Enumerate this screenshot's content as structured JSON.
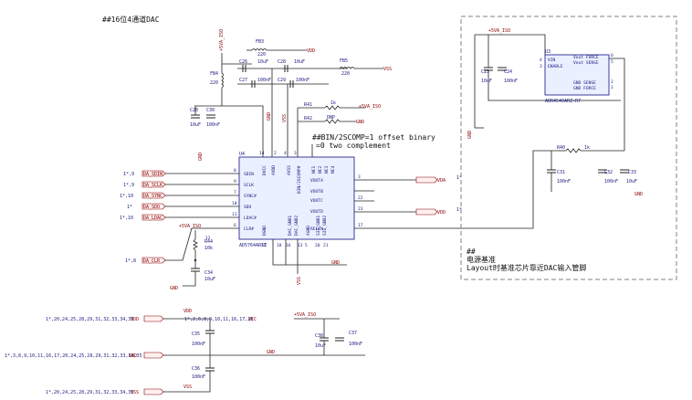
{
  "title": "##16位4通道DAC",
  "ic": {
    "ref": "U4",
    "part": "AD5764ARSZ",
    "left_pins": [
      {
        "name": "SDIN",
        "num": "8",
        "net": "DA_SDIN",
        "page": "1*,9"
      },
      {
        "name": "SCLK",
        "num": "9",
        "net": "DA_SCLK",
        "page": "1*,9"
      },
      {
        "name": "SYNC#",
        "num": "7",
        "net": "DA_SYNC",
        "page": "1*,10"
      },
      {
        "name": "SDO",
        "num": "10",
        "net": "DA_SDO",
        "page": "1*"
      },
      {
        "name": "LDAC#",
        "num": "11",
        "net": "DA_LDAC",
        "page": "1*,10"
      },
      {
        "name": "CLR#",
        "num": "6",
        "net": "DA_CLR",
        "page": "1*,8"
      }
    ],
    "right_pins": [
      {
        "name": "VOUTA",
        "num": "3",
        "net": "VDA",
        "page": "1*"
      },
      {
        "name": "VOUTB",
        "num": "",
        "net": "",
        "page": ""
      },
      {
        "name": "VOUTC",
        "num": "22",
        "net": "",
        "page": ""
      },
      {
        "name": "VOUTD",
        "num": "23",
        "net": "VDD",
        "page": "1*"
      },
      {
        "name": "REFIN",
        "num": "17",
        "net": "",
        "page": ""
      }
    ],
    "top_pins": [
      "DVCC",
      "AVDD",
      "AVSS",
      "BIN/2SCOMP#",
      "NC1",
      "NC2",
      "NC3",
      "NC4"
    ],
    "top_nums": [
      "14",
      "2",
      "4",
      "3"
    ],
    "bottom_pins": [
      "DGND",
      "DAC_GND1",
      "DAC_GND2",
      "AGND",
      "SIG_GND1",
      "SIG_GND2"
    ],
    "bottom_nums": [
      "15",
      "16",
      "5",
      "20",
      "21"
    ]
  },
  "note_bin": "##BIN/2SCOMP=1 offset binary",
  "note_bin2": "=0 two complement",
  "nets": {
    "avdd_top": "+5VA_ISO",
    "vdd": "VDD",
    "vss": "VSS",
    "gnd": "GND",
    "vcc": "VCC",
    "avdd_clr": "+5VA_ISO",
    "avdd_ref": "+5VA_ISO",
    "avdd_r41": "+5VA_ISO",
    "avdd_bot": "+5VA_ISO"
  },
  "parts": {
    "fb3": {
      "ref": "FB3",
      "val": "220"
    },
    "fb4": {
      "ref": "FB4",
      "val": "220"
    },
    "fb5": {
      "ref": "FB5",
      "val": "220"
    },
    "c26": {
      "ref": "C26",
      "val": "10uF"
    },
    "c28": {
      "ref": "C28",
      "val": "10uF"
    },
    "c27": {
      "ref": "C27",
      "val": "100nF"
    },
    "c29": {
      "ref": "C29",
      "val": "100nF"
    },
    "c20": {
      "ref": "C20",
      "val": "10uF"
    },
    "c30": {
      "ref": "C30",
      "val": "100nF"
    },
    "r41": {
      "ref": "R41",
      "val": "1k"
    },
    "r42": {
      "ref": "R42",
      "val": "DNP"
    },
    "r44": {
      "ref": "R44",
      "val": "10k"
    },
    "c34": {
      "ref": "C34",
      "val": "10uF"
    },
    "u3": {
      "ref": "U3",
      "part": "ADR4540ARZ-R7"
    },
    "c23": {
      "ref": "C23",
      "val": "10uF"
    },
    "c24": {
      "ref": "C24",
      "val": "100nF"
    },
    "r40": {
      "ref": "R40",
      "val": "1k"
    },
    "c31": {
      "ref": "C31",
      "val": "100nF"
    },
    "c32": {
      "ref": "C32",
      "val": "100nF"
    },
    "c33": {
      "ref": "C33",
      "val": "10uF"
    },
    "c35": {
      "ref": "C35",
      "val": "100nF"
    },
    "c36": {
      "ref": "C36",
      "val": "100nF"
    },
    "c38": {
      "ref": "C38",
      "val": "10uF"
    },
    "c37": {
      "ref": "C37",
      "val": "100nF"
    }
  },
  "u3_pins": {
    "left": [
      "VIN",
      "ENABLE"
    ],
    "left_nums": [
      "4",
      "3"
    ],
    "right": [
      "Vout FORCE",
      "Vout SENSE",
      "GND SENSE",
      "GND FORCE"
    ],
    "right_nums": [
      "6",
      "5",
      "2",
      "1"
    ]
  },
  "ref_note_1": "##",
  "ref_note_2": "电源基准",
  "ref_note_3": "Layout时基准芯片靠近DAC输入管脚",
  "bottom_rails": [
    {
      "pages": "1*,20,24,25,28,29,31,32,33,34,35",
      "net": "VDD"
    },
    {
      "pages": "1*,3,8,9,10,11,16,17,20,24,25,28,29,31,32,33,34,35",
      "net": "GND"
    },
    {
      "pages": "1*,20,24,25,28,29,31,32,33,34,35",
      "net": "VSS"
    }
  ],
  "vcc_pages": "1*,2,6,8,9,10,11,16,17,28",
  "vcc_net": "VCC",
  "misc_pins": {
    "gnd_pin": "18",
    "vss_pin": "13",
    "r44_pin": "12"
  }
}
